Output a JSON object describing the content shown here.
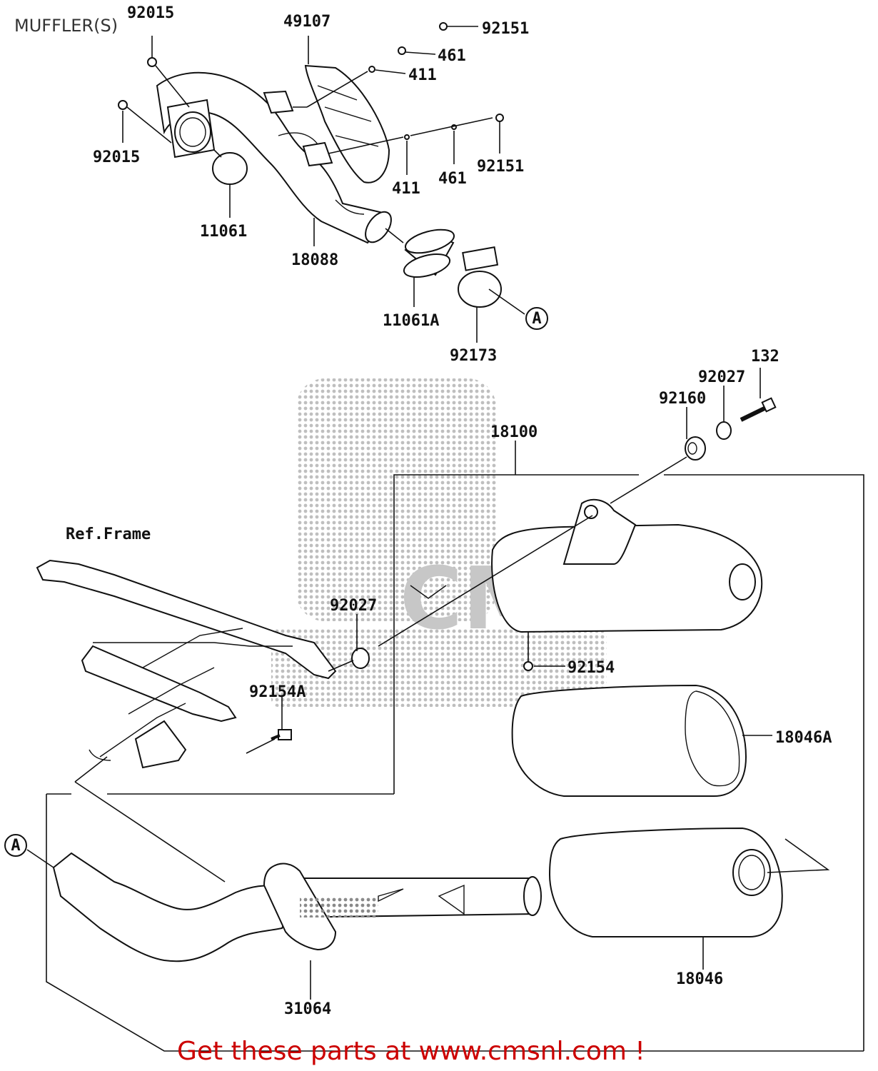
{
  "title": "MUFFLER(S)",
  "footer": {
    "cta_text": "Get these parts at www.cmsnl.com !",
    "link_color": "#cc0000"
  },
  "watermark": {
    "text": "CMS"
  },
  "reference_labels": {
    "frame": "Ref.Frame",
    "connector_a": "A"
  },
  "part_numbers": {
    "p92015_top": "92015",
    "p92015_left": "92015",
    "p49107": "49107",
    "p92151_top": "92151",
    "p461_top": "461",
    "p411_top": "411",
    "p411_bottom": "411",
    "p461_bottom": "461",
    "p92151_bottom": "92151",
    "p11061": "11061",
    "p18088": "18088",
    "p11061A": "11061A",
    "p92173": "92173",
    "p132": "132",
    "p92027_top": "92027",
    "p92160": "92160",
    "p18100": "18100",
    "p92027_mid": "92027",
    "p92154": "92154",
    "p92154A": "92154A",
    "p18046A": "18046A",
    "p18046": "18046",
    "p31064": "31064"
  }
}
